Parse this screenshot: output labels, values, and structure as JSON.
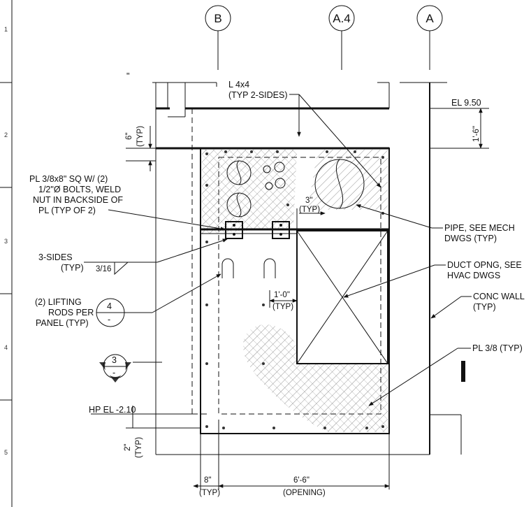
{
  "grid_bubbles": [
    "B",
    "A.4",
    "A"
  ],
  "row_numbers": [
    "1",
    "2",
    "3",
    "4",
    "5"
  ],
  "top_mark": "\"",
  "notes": {
    "angle": [
      "L 4x4",
      "(TYP 2-SIDES)"
    ],
    "el_top": "EL 9.50",
    "dim_1_6": "1'-6\"",
    "dim_6_typ": [
      "6\"",
      "(TYP)"
    ],
    "plate_note": [
      "PL 3/8x8\" SQ W/ (2)",
      "1/2\"Ø BOLTS, WELD",
      "NUT IN BACKSIDE OF",
      "PL (TYP OF 2)"
    ],
    "dim_3_typ": [
      "3\"",
      "(TYP)"
    ],
    "pipe_note": [
      "PIPE, SEE MECH",
      "DWGS (TYP)"
    ],
    "weld_note": [
      "3-SIDES",
      "(TYP)"
    ],
    "weld_size": "3/16",
    "duct_note": [
      "DUCT OPNG, SEE",
      "HVAC DWGS"
    ],
    "lifting_note": [
      "(2) LIFTING",
      "RODS PER",
      "PANEL (TYP)"
    ],
    "detail_4": {
      "number": "4",
      "sheet": "-"
    },
    "dim_1_0": [
      "1'-0\"",
      "(TYP)"
    ],
    "conc_note": [
      "CONC WALL",
      "(TYP)"
    ],
    "pl_note": "PL 3/8 (TYP)",
    "section_3": {
      "number": "3",
      "sheet": "-"
    },
    "hp_el": "HP EL -2.10",
    "dim_2_typ": [
      "2\"",
      "(TYP)"
    ],
    "dim_8_typ": [
      "8\"",
      "(TYP)"
    ],
    "dim_opening": [
      "6'-6\"",
      "(OPENING)"
    ]
  }
}
